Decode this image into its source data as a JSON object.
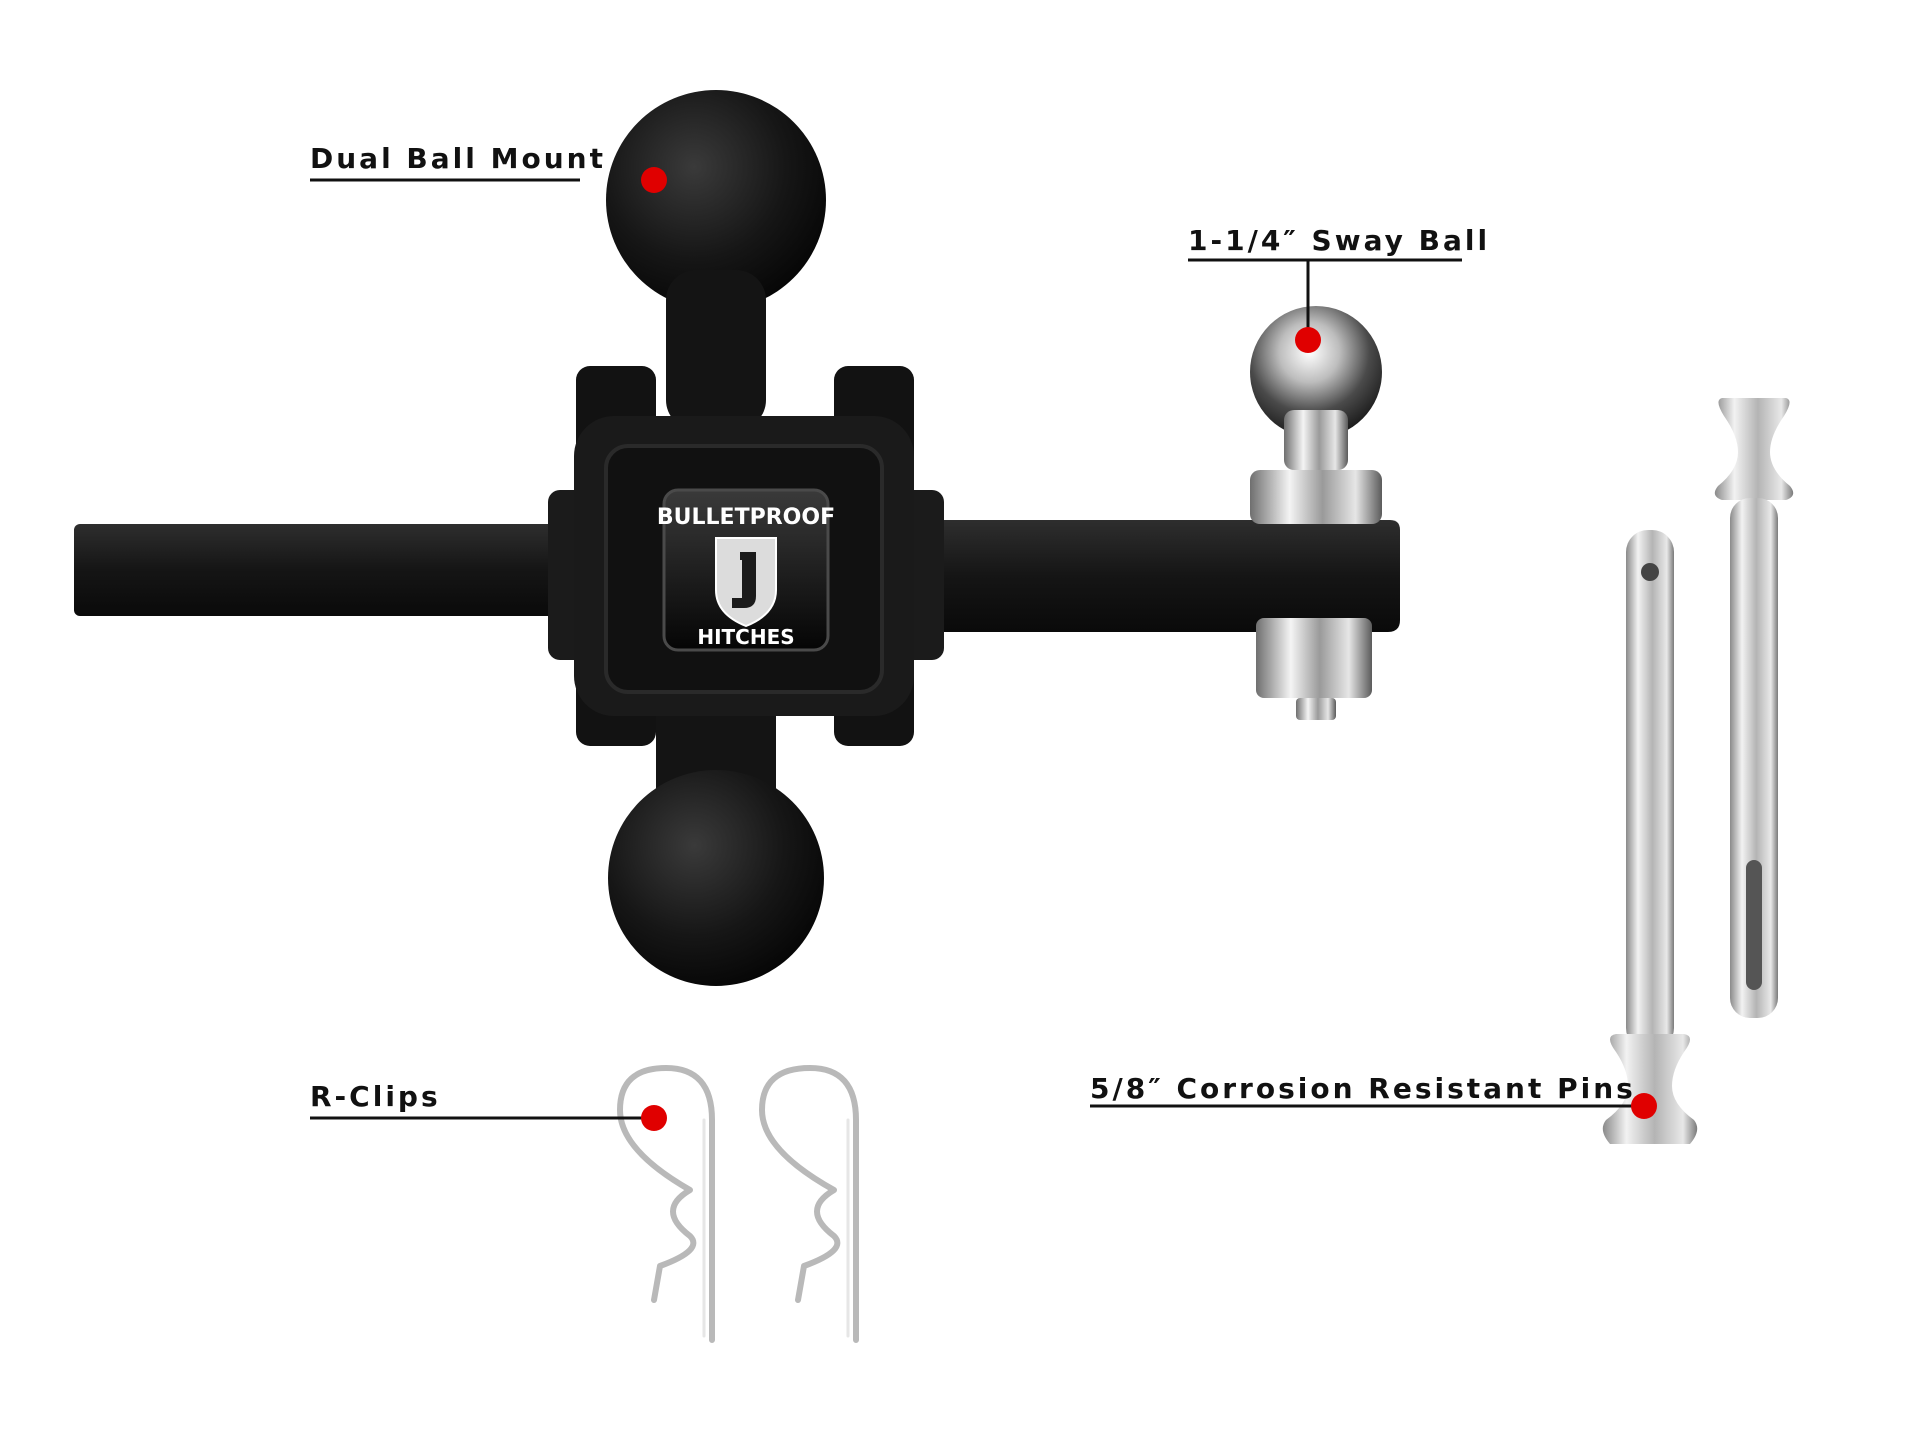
{
  "labels": {
    "dual_ball_mount": "Dual Ball Mount",
    "sway_ball": "1-1/4″ Sway Ball",
    "r_clips": "R-Clips",
    "pins": "5/8″ Corrosion Resistant Pins"
  },
  "logo": {
    "top_text": "BULLETPROOF",
    "bottom_text": "HITCHES"
  },
  "colors": {
    "background": "#ffffff",
    "marker": "#e00000",
    "leader_line": "#111111",
    "hitch_body": "#1a1a1a",
    "chrome": "#c8c8c8"
  }
}
